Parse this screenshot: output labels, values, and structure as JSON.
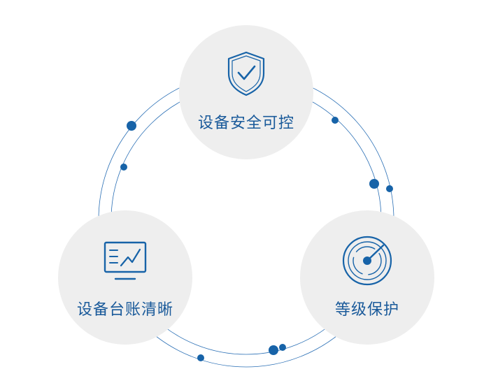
{
  "nodes": {
    "security": {
      "label": "设备安全可控",
      "icon": "shield-check-icon"
    },
    "ledger": {
      "label": "设备台账清晰",
      "icon": "monitor-chart-icon"
    },
    "protection": {
      "label": "等级保护",
      "icon": "radar-icon"
    }
  },
  "colors": {
    "accent": "#1763a8",
    "ring": "#2a6fb5",
    "node_bg": "#eeeeee",
    "label": "#1a5a9a"
  }
}
